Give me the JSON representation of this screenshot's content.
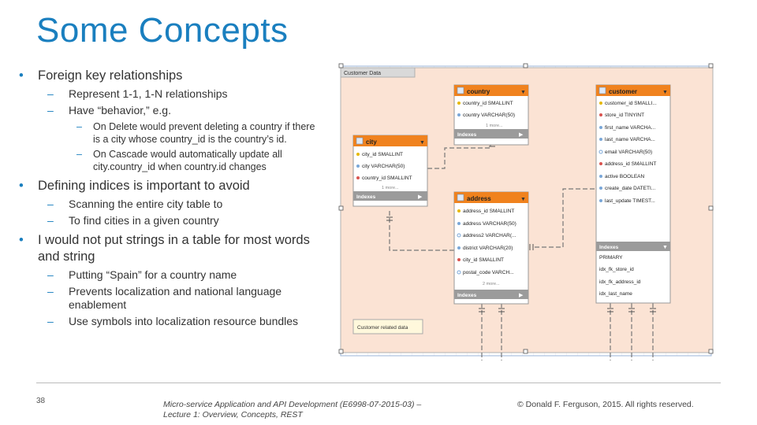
{
  "slide": {
    "title": "Some Concepts",
    "page_number": "38",
    "footer_course_line1": "Micro-service Application and API Development (E6998-07-2015-03) –",
    "footer_course_line2": "Lecture 1: Overview, Concepts, REST",
    "footer_copyright": "© Donald F. Ferguson, 2015. All rights reserved."
  },
  "bullets": {
    "b1": "Foreign key relationships",
    "b1_1": "Represent 1-1, 1-N relationships",
    "b1_2": "Have “behavior,” e.g.",
    "b1_2_1": "On Delete would prevent deleting a country if there is a city whose country_id is the country’s id.",
    "b1_2_2": "On Cascade would automatically update all city.country_id when country.id changes",
    "b2": "Defining indices is important to avoid",
    "b2_1": "Scanning the entire city table to",
    "b2_2": "To find cities in a given country",
    "b3": "I would not put strings in a table for most words and string",
    "b3_1": "Putting “Spain” for a country name",
    "b3_2": "Prevents localization and national language enablement",
    "b3_3": "Use symbols into localization resource bundles"
  },
  "diagram": {
    "group_label": "Customer Data",
    "note_label": "Customer related data",
    "indexes_label": "Indexes",
    "country": {
      "name": "country",
      "columns": [
        "country_id SMALLINT",
        "country VARCHAR(50)"
      ],
      "more": "1 more..."
    },
    "city": {
      "name": "city",
      "columns": [
        "city_id SMALLINT",
        "city VARCHAR(50)",
        "country_id SMALLINT"
      ],
      "more": "1 more..."
    },
    "address": {
      "name": "address",
      "columns": [
        "address_id SMALLINT",
        "address VARCHAR(50)",
        "address2 VARCHAR(...",
        "district VARCHAR(20)",
        "city_id SMALLINT",
        "postal_code VARCH..."
      ],
      "more": "2 more..."
    },
    "customer": {
      "name": "customer",
      "columns": [
        "customer_id SMALLI...",
        "store_id TINYINT",
        "first_name VARCHA...",
        "last_name VARCHA...",
        "email VARCHAR(50)",
        "address_id SMALLINT",
        "active BOOLEAN",
        "create_date DATETI...",
        "last_update TIMEST..."
      ],
      "indexes": [
        "PRIMARY",
        "idx_fk_store_id",
        "idx_fk_address_id",
        "idx_last_name"
      ]
    }
  }
}
